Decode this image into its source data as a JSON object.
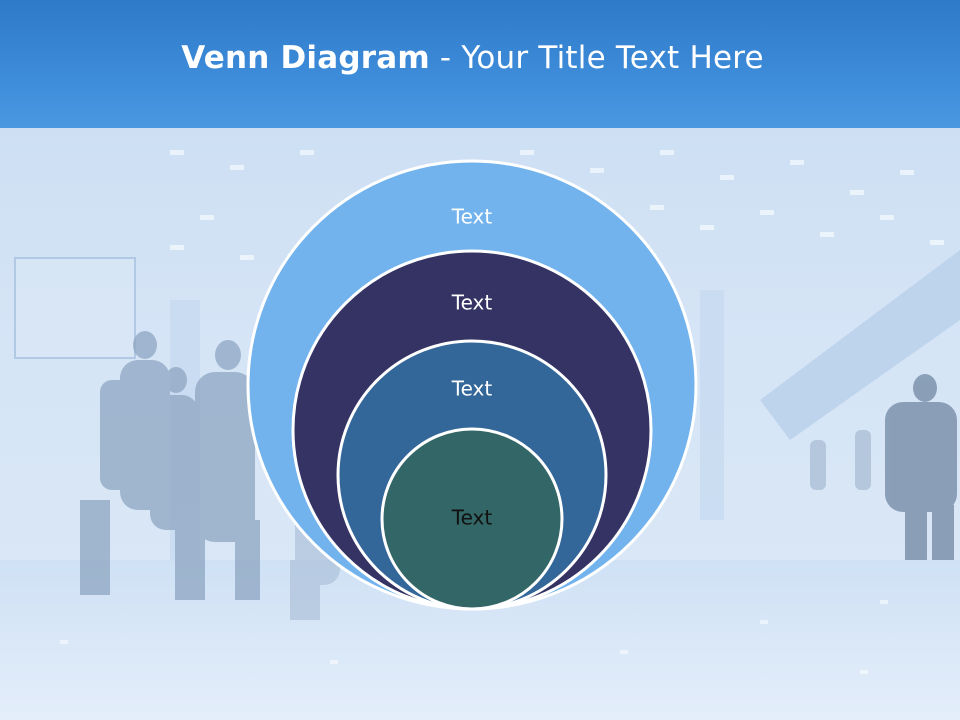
{
  "title": {
    "bold": "Venn Diagram",
    "rest": " - Your Title Text Here"
  },
  "diagram": {
    "type": "nested-circles",
    "circles": [
      {
        "label": "Text",
        "fill": "#72b3ee",
        "text_color": "#ffffff"
      },
      {
        "label": "Text",
        "fill": "#343363",
        "text_color": "#ffffff"
      },
      {
        "label": "Text",
        "fill": "#336699",
        "text_color": "#ffffff"
      },
      {
        "label": "Text",
        "fill": "#336666",
        "text_color": "#111111"
      }
    ]
  },
  "colors": {
    "title_band": "#3a88d6",
    "background": "#d7e6f6",
    "circle_stroke": "#ffffff"
  }
}
